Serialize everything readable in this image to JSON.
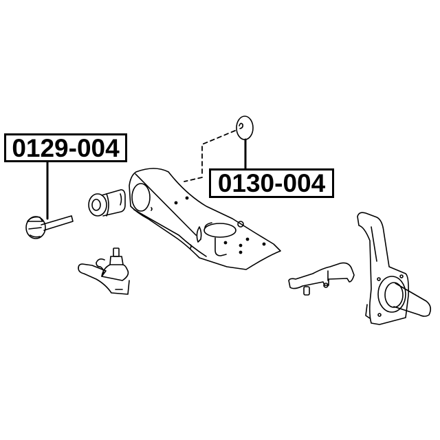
{
  "diagram": {
    "title": "Front suspension lower control arm exploded view",
    "background_color": "#ffffff",
    "line_color": "#000000",
    "callouts": [
      {
        "id": "0129-004",
        "label": "0129-004",
        "points_to": "camber adjusting bolt"
      },
      {
        "id": "0130-004",
        "label": "0130-004",
        "points_to": "camber adjusting washer"
      }
    ],
    "parts": [
      {
        "name": "camber-bolt"
      },
      {
        "name": "control-arm-bushing"
      },
      {
        "name": "ball-joint"
      },
      {
        "name": "lower-control-arm"
      },
      {
        "name": "cam-washer"
      },
      {
        "name": "steering-knuckle-arm"
      },
      {
        "name": "steering-knuckle-spindle"
      }
    ]
  }
}
